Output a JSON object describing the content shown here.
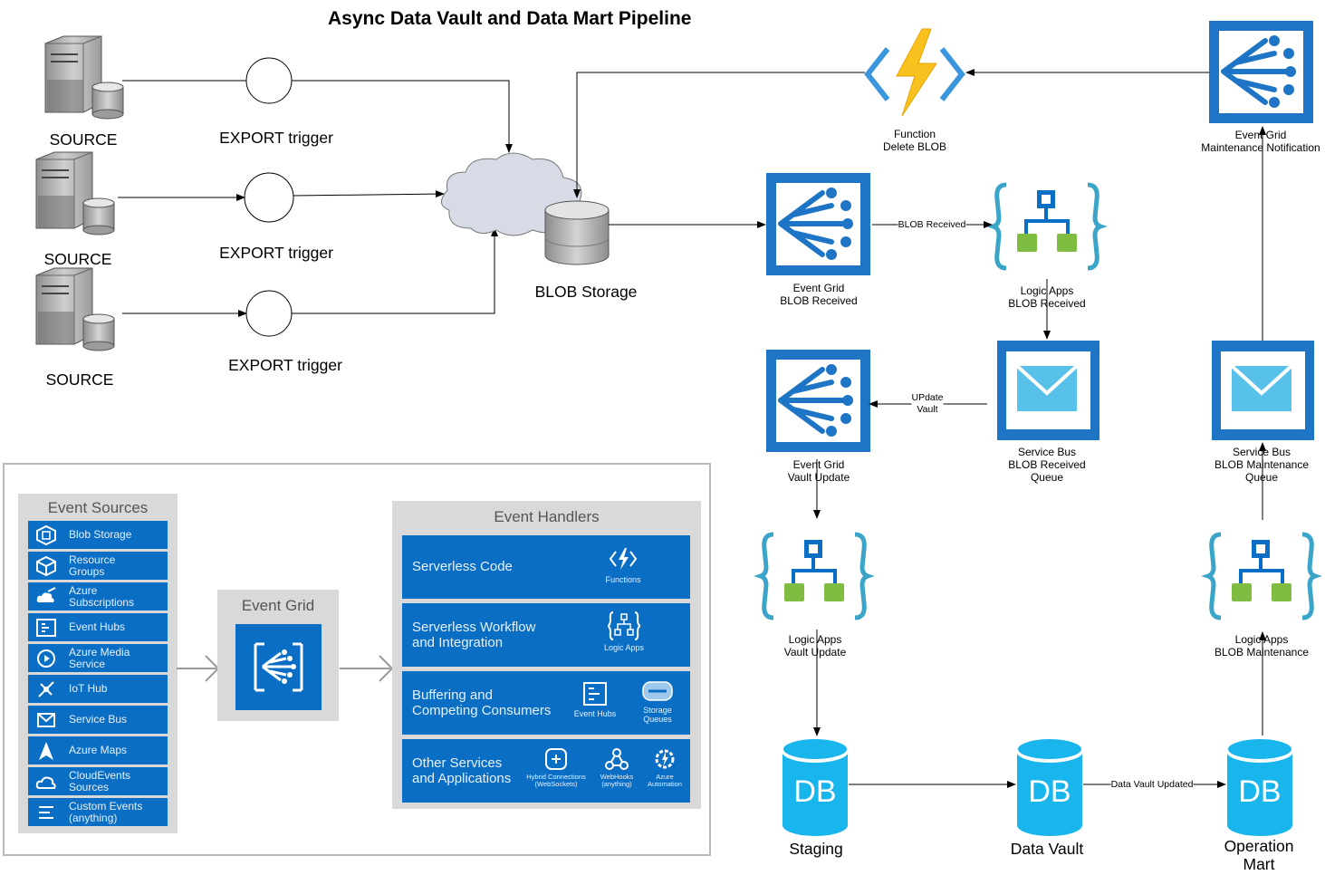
{
  "title": "Async Data Vault and Data Mart Pipeline",
  "sources": [
    {
      "label": "SOURCE",
      "trigger": "EXPORT trigger"
    },
    {
      "label": "SOURCE",
      "trigger": "EXPORT trigger"
    },
    {
      "label": "SOURCE",
      "trigger": "EXPORT trigger"
    }
  ],
  "blob_storage": "BLOB Storage",
  "function": {
    "line1": "Function",
    "line2": "Delete BLOB"
  },
  "eg_maintenance": {
    "line1": "Event Grid",
    "line2": "Maintenance Notification"
  },
  "eg_blob_received": {
    "line1": "Event Grid",
    "line2": "BLOB Received"
  },
  "logic_blob_received": {
    "line1": "Logic Apps",
    "line2": "BLOB Received"
  },
  "eg_vault_update": {
    "line1": "Event Grid",
    "line2": "Vault Update"
  },
  "sb_blob_received": {
    "line1": "Service Bus",
    "line2": "BLOB Received",
    "line3": "Queue"
  },
  "sb_blob_maintenance": {
    "line1": "Service Bus",
    "line2": "BLOB Maintenance",
    "line3": "Queue"
  },
  "logic_vault_update": {
    "line1": "Logic Apps",
    "line2": "Vault Update"
  },
  "logic_blob_maintenance": {
    "line1": "Logic Apps",
    "line2": "BLOB Maintenance"
  },
  "edges": {
    "blob_received": "BLOB Received",
    "update_vault_1": "UPdate",
    "update_vault_2": "Vault",
    "data_vault_updated": "Data Vault Updated"
  },
  "db_text": "DB",
  "databases": {
    "staging": "Staging",
    "data_vault": "Data Vault",
    "operation_mart_1": "Operation",
    "operation_mart_2": "Mart"
  },
  "inset": {
    "event_sources_title": "Event Sources",
    "event_sources": [
      {
        "l1": "Blob Storage",
        "l2": ""
      },
      {
        "l1": "Resource",
        "l2": "Groups"
      },
      {
        "l1": "Azure",
        "l2": "Subscriptions"
      },
      {
        "l1": "Event Hubs",
        "l2": ""
      },
      {
        "l1": "Azure Media",
        "l2": "Service"
      },
      {
        "l1": "IoT Hub",
        "l2": ""
      },
      {
        "l1": "Service Bus",
        "l2": ""
      },
      {
        "l1": "Azure Maps",
        "l2": ""
      },
      {
        "l1": "CloudEvents",
        "l2": "Sources"
      },
      {
        "l1": "Custom Events",
        "l2": "(anything)"
      }
    ],
    "event_grid_title": "Event Grid",
    "event_handlers_title": "Event Handlers",
    "handlers": {
      "serverless_code": {
        "l1": "Serverless Code",
        "icon": "Functions"
      },
      "serverless_workflow": {
        "l1": "Serverless Workflow",
        "l2": "and Integration",
        "icon": "Logic Apps"
      },
      "buffering": {
        "l1": "Buffering and",
        "l2": "Competing Consumers",
        "icon1": "Event Hubs",
        "icon2a": "Storage",
        "icon2b": "Queues"
      },
      "other": {
        "l1": "Other Services",
        "l2": "and Applications",
        "icon1a": "Hybrid Connections",
        "icon1b": "(WebSockets)",
        "icon2a": "WebHooks",
        "icon2b": "(anything)",
        "icon3a": "Azure",
        "icon3b": "Automation"
      }
    }
  },
  "colors": {
    "azure_blue": "#0a6ec4",
    "eventgrid_blue": "#1e75c6",
    "db_cyan": "#19b5ed",
    "logic_green": "#7fbd42",
    "bolt_yellow": "#f8c11d",
    "panel_grey": "#d9d9d9"
  }
}
